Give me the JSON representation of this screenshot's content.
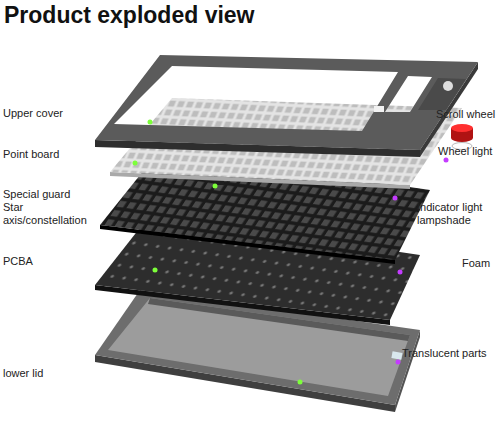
{
  "diagram": {
    "title": "Product exploded view",
    "labels": [
      "Upper cover",
      "Point board",
      "Special guard Star axis/constellation",
      "PCBA",
      "lower lid",
      "Scroll wheel",
      "Wheel light",
      "Indicator light lampshade",
      "Foam",
      "Translucent parts"
    ]
  }
}
